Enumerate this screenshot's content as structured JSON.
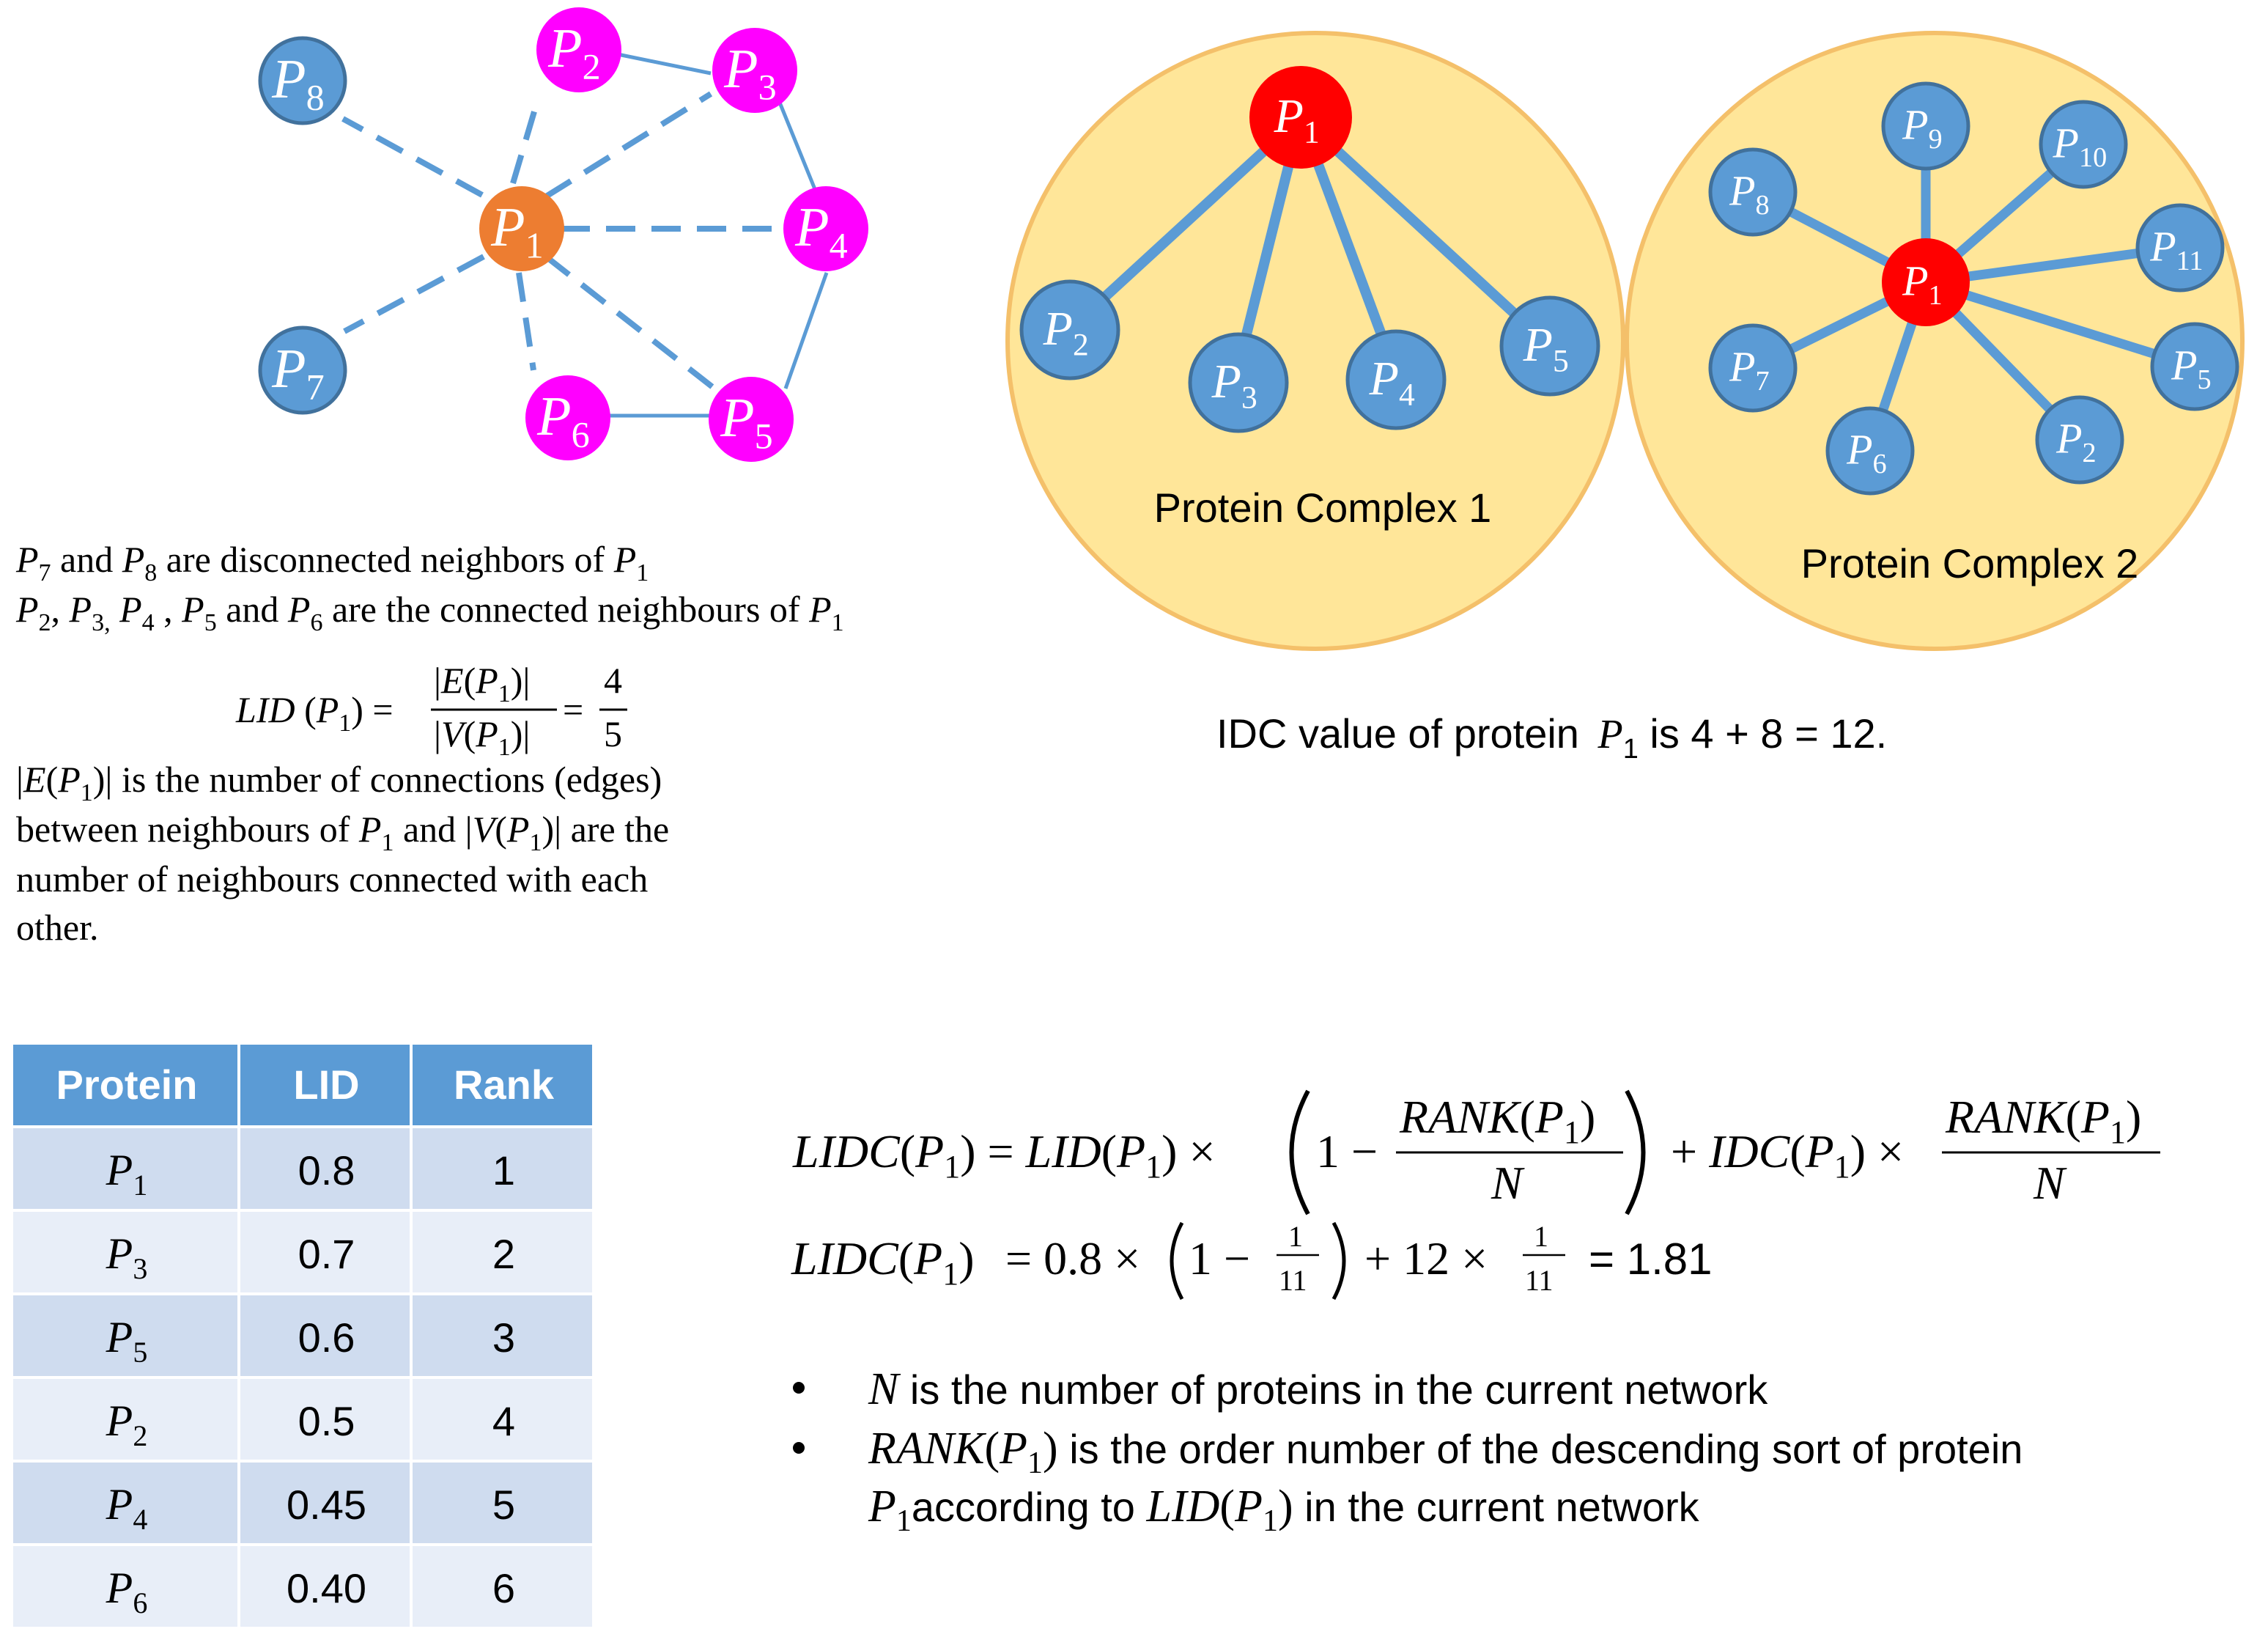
{
  "colors": {
    "blue_node": "#5b9bd5",
    "blue_node_stroke": "#41719c",
    "pink_node": "#ff00ff",
    "orange_node": "#ed7d31",
    "red_node": "#ff0000",
    "edge": "#5b9bd5",
    "complex_fill": "#ffe699",
    "complex_stroke": "#f4c06a",
    "table_header": "#5b9bd5",
    "table_row_dark": "#cfdcef",
    "table_row_light": "#e8eef8"
  },
  "network": {
    "nodes": [
      {
        "id": "P1",
        "sub": "1",
        "kind": "center"
      },
      {
        "id": "P2",
        "sub": "2",
        "kind": "connected"
      },
      {
        "id": "P3",
        "sub": "3",
        "kind": "connected"
      },
      {
        "id": "P4",
        "sub": "4",
        "kind": "connected"
      },
      {
        "id": "P5",
        "sub": "5",
        "kind": "connected"
      },
      {
        "id": "P6",
        "sub": "6",
        "kind": "connected"
      },
      {
        "id": "P7",
        "sub": "7",
        "kind": "disconnected"
      },
      {
        "id": "P8",
        "sub": "8",
        "kind": "disconnected"
      }
    ]
  },
  "complex1": {
    "label": "Protein Complex 1",
    "nodes": [
      {
        "id": "P1",
        "sub": "1"
      },
      {
        "id": "P2",
        "sub": "2"
      },
      {
        "id": "P3",
        "sub": "3"
      },
      {
        "id": "P4",
        "sub": "4"
      },
      {
        "id": "P5",
        "sub": "5"
      }
    ]
  },
  "complex2": {
    "label": "Protein Complex 2",
    "nodes": [
      {
        "id": "P1",
        "sub": "1"
      },
      {
        "id": "P9",
        "sub": "9"
      },
      {
        "id": "P10",
        "sub": "10"
      },
      {
        "id": "P8",
        "sub": "8"
      },
      {
        "id": "P11",
        "sub": "11"
      },
      {
        "id": "P7",
        "sub": "7"
      },
      {
        "id": "P5",
        "sub": "5"
      },
      {
        "id": "P6",
        "sub": "6"
      },
      {
        "id": "P2",
        "sub": "2"
      }
    ]
  },
  "text": {
    "line1_a": " and ",
    "line1_b": " are disconnected neighbors of ",
    "line2_a": " and ",
    "line2_b": " are the connected  neighbours of ",
    "lid_label": "LID",
    "lid_num": "4",
    "lid_den": "5",
    "desc_1": "is  the  number  of  connections  (edges)",
    "desc_2a": "between  neighbours  of",
    "desc_2b": "and",
    "desc_2c": "are  the",
    "desc_3": "number   of   neighbours   connected   with   each",
    "desc_4": "other.",
    "idc_a": "IDC value of protein ",
    "idc_b": " is 4 + 8 = 12.",
    "formula_lidc": "LIDC",
    "formula_lid": "LID",
    "formula_idc": "IDC",
    "formula_rank": "RANK",
    "formula_n": "N",
    "formula2_a": "= 0.8 ×",
    "formula2_b": "+ 12 ×",
    "formula2_c": "= 1.81",
    "frac_one": "1",
    "frac_eleven": "11",
    "bullet1": " is the number of proteins in the current network",
    "bullet2a": " is the order number of the descending sort of protein",
    "bullet2b": "according to ",
    "bullet2c": " in the current network"
  },
  "table": {
    "headers": [
      "Protein",
      "LID",
      "Rank"
    ],
    "rows": [
      {
        "protein": "P",
        "sub": "1",
        "lid": "0.8",
        "rank": "1"
      },
      {
        "protein": "P",
        "sub": "3",
        "lid": "0.7",
        "rank": "2"
      },
      {
        "protein": "P",
        "sub": "5",
        "lid": "0.6",
        "rank": "3"
      },
      {
        "protein": "P",
        "sub": "2",
        "lid": "0.5",
        "rank": "4"
      },
      {
        "protein": "P",
        "sub": "4",
        "lid": "0.45",
        "rank": "5"
      },
      {
        "protein": "P",
        "sub": "6",
        "lid": "0.40",
        "rank": "6"
      }
    ]
  }
}
